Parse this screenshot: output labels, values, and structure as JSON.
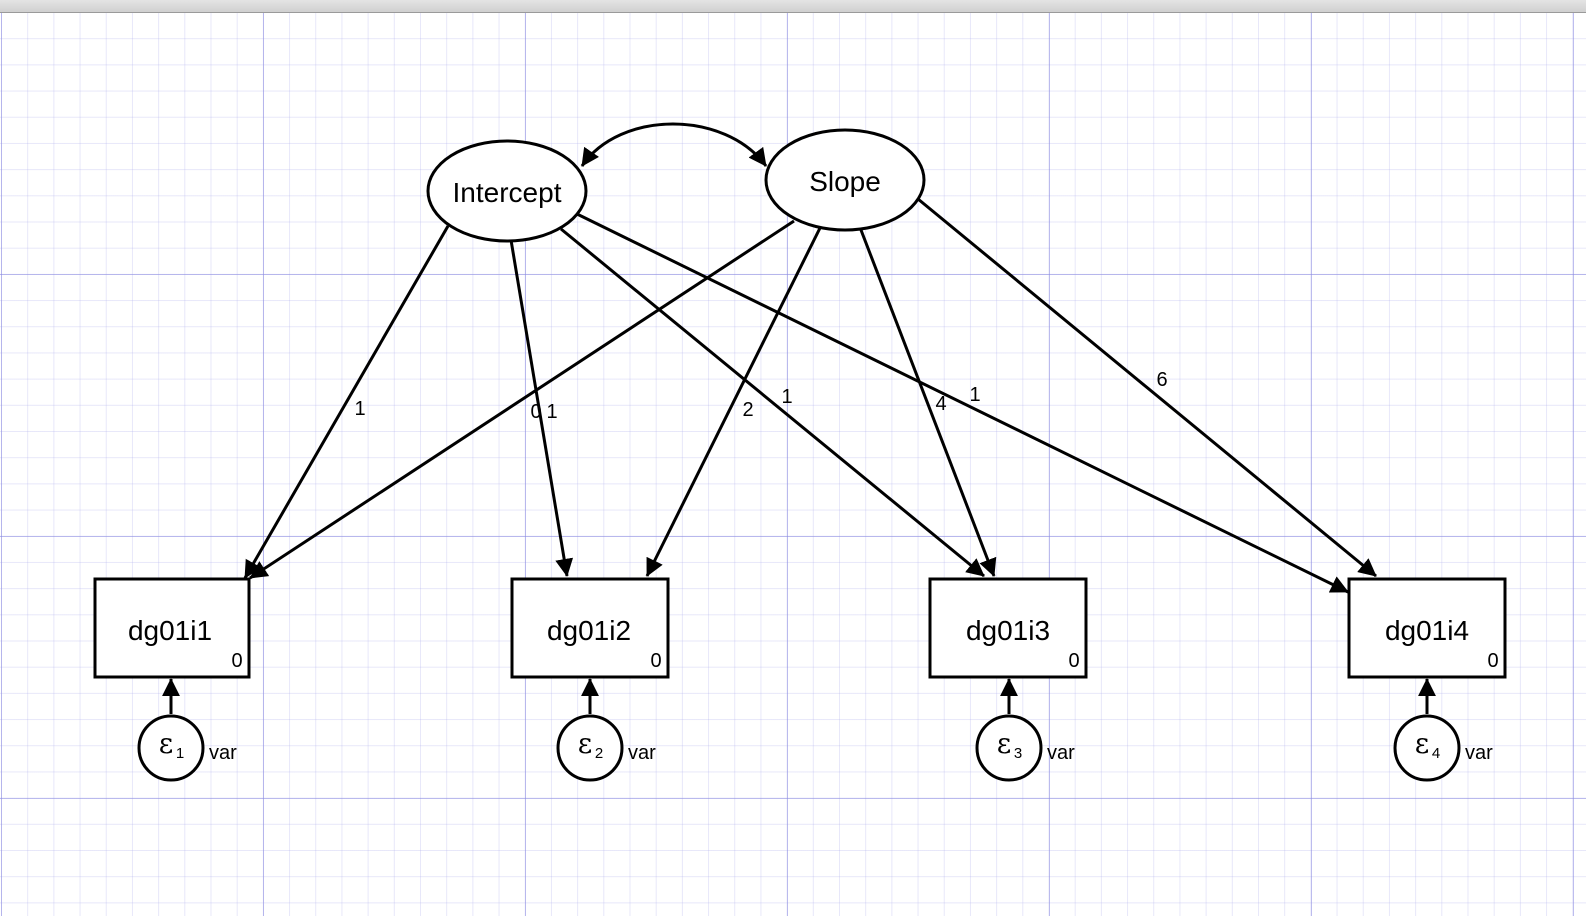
{
  "latent": {
    "intercept": "Intercept",
    "slope": "Slope"
  },
  "observed": [
    {
      "name": "dg01i1",
      "intercept": "0"
    },
    {
      "name": "dg01i2",
      "intercept": "0"
    },
    {
      "name": "dg01i3",
      "intercept": "0"
    },
    {
      "name": "dg01i4",
      "intercept": "0"
    }
  ],
  "errors": [
    {
      "symbol": "ε",
      "index": "1",
      "variance": "var"
    },
    {
      "symbol": "ε",
      "index": "2",
      "variance": "var"
    },
    {
      "symbol": "ε",
      "index": "3",
      "variance": "var"
    },
    {
      "symbol": "ε",
      "index": "4",
      "variance": "var"
    }
  ],
  "loadings": {
    "intercept": [
      "1",
      "1",
      "1",
      "1"
    ],
    "slope": [
      "0",
      "2",
      "4",
      "6"
    ]
  }
}
